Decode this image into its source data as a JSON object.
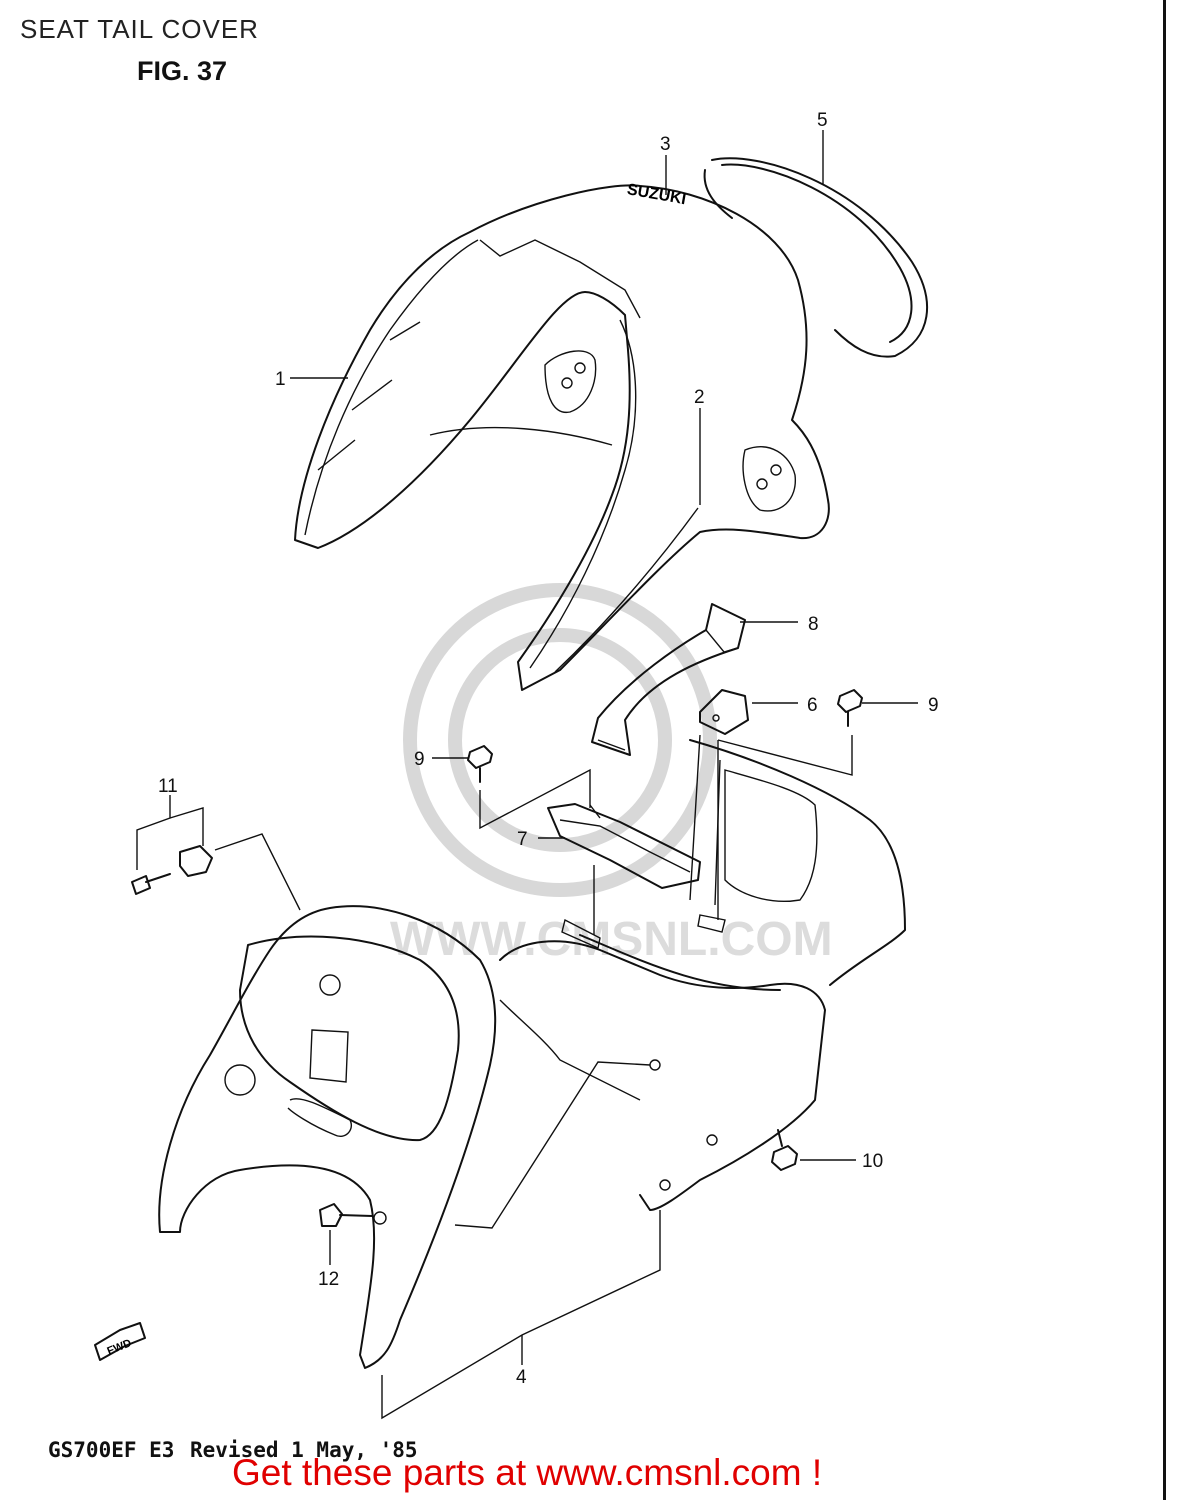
{
  "header": {
    "title": "SEAT TAIL COVER",
    "figure": "FIG. 37"
  },
  "emblem_text": "SUZUKI",
  "direction_marker": "FWD",
  "watermark_text": "WWW.CMSNL.COM",
  "callouts": {
    "c1": "1",
    "c2": "2",
    "c3": "3",
    "c4": "4",
    "c5": "5",
    "c6": "6",
    "c7": "7",
    "c8": "8",
    "c9a": "9",
    "c9b": "9",
    "c10": "10",
    "c11": "11",
    "c12": "12"
  },
  "footer": {
    "model_code": "GS700EF E3",
    "revision": "Revised 1 May, '85",
    "banner": "Get these parts at www.cmsnl.com !"
  },
  "colors": {
    "line": "#111111",
    "banner": "#e00000",
    "watermark": "#d8d8d8"
  }
}
